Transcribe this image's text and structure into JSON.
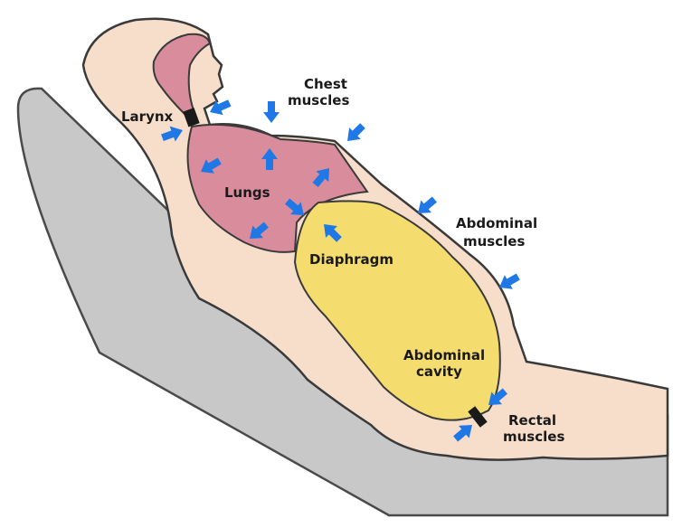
{
  "labels": {
    "chest_line1": "Chest",
    "chest_line2": "muscles",
    "larynx": "Larynx",
    "lungs": "Lungs",
    "abdominal_muscles_line1": "Abdominal",
    "abdominal_muscles_line2": "muscles",
    "diaphragm": "Diaphragm",
    "abdominal_cavity_line1": "Abdominal",
    "abdominal_cavity_line2": "cavity",
    "rectal_line1": "Rectal",
    "rectal_line2": "muscles"
  },
  "colors": {
    "skin": "#f6decb",
    "outline": "#3a3a3a",
    "lungs": "#d98c9c",
    "abdomen": "#f5dc6e",
    "bed": "#c8c8c8",
    "arrow": "#1f78e6",
    "sphincter": "#1a1a1a"
  }
}
